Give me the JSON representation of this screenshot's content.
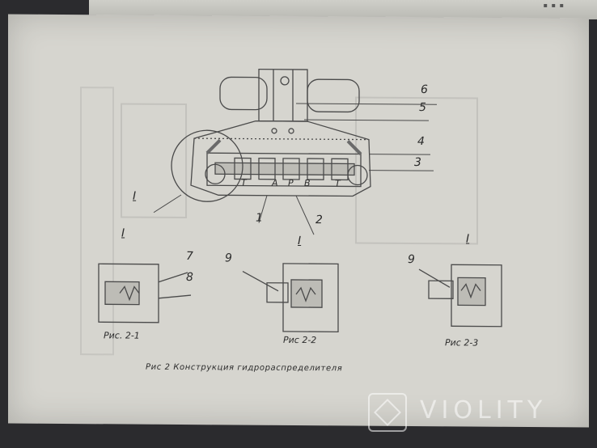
{
  "drawing": {
    "part_numbers": [
      "6",
      "5",
      "4",
      "3",
      "2",
      "1",
      "7",
      "8",
      "9",
      "9"
    ],
    "detail_marks": [
      "I",
      "I",
      "I",
      "I"
    ],
    "body_letters": [
      "T",
      "A",
      "P",
      "B",
      "T"
    ]
  },
  "subfigures": [
    {
      "caption": "Рис. 2-1"
    },
    {
      "caption": "Рис 2-2"
    },
    {
      "caption": "Рис 2-3"
    }
  ],
  "figure_caption": "Рис 2  Конструкция гидрораспределителя",
  "watermark": {
    "text": "VIOLITY"
  }
}
